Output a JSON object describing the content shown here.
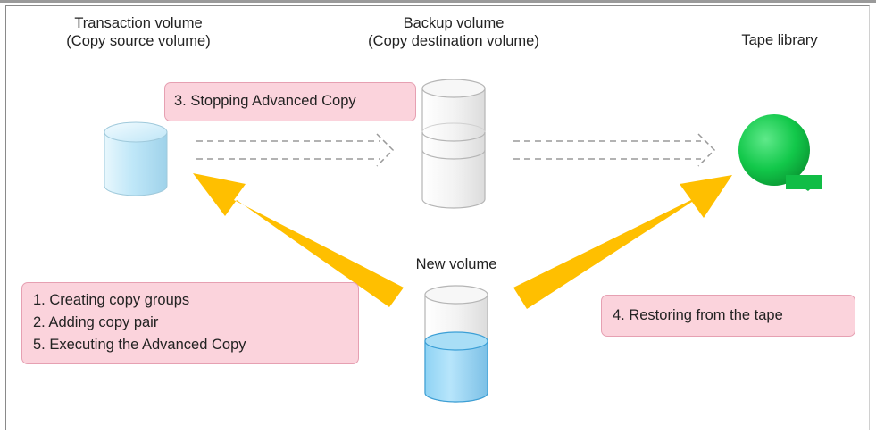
{
  "nodes": {
    "transaction_volume": [
      "Transaction volume",
      "(Copy source volume)"
    ],
    "backup_volume": [
      "Backup volume",
      "(Copy destination volume)"
    ],
    "tape_library": "Tape library",
    "new_volume": "New volume"
  },
  "callouts": {
    "stopping": "3. Stopping Advanced Copy",
    "steps": [
      "1. Creating copy groups",
      "2. Adding copy pair",
      "5. Executing the Advanced Copy"
    ],
    "restoring": "4. Restoring from the tape"
  },
  "colors": {
    "arrow_orange": "#ffbf00",
    "callout_fill": "#fbd3dc",
    "disk_blue": "#b9e4f6",
    "tape_green": "#10c84a",
    "dashed_arrow": "#9a9a9a"
  }
}
